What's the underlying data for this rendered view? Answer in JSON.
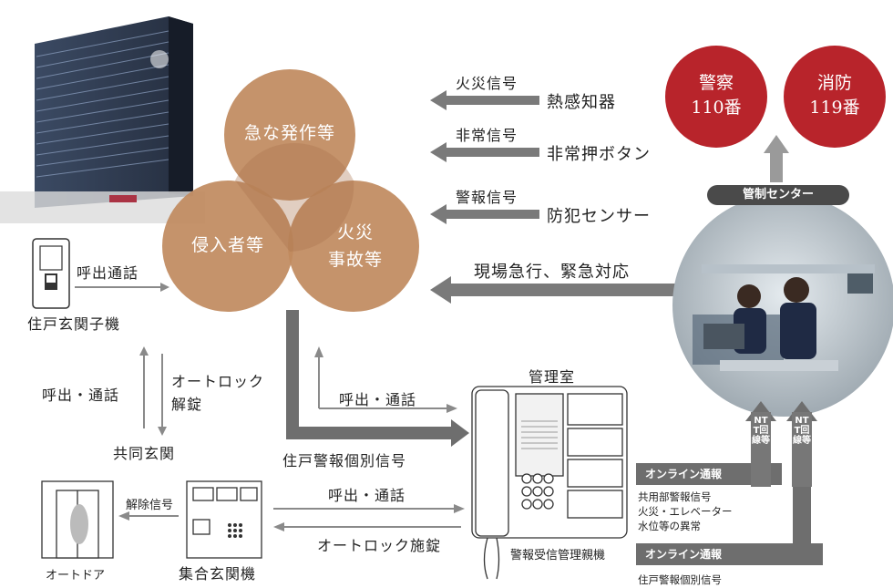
{
  "circles": {
    "top": "急な発作等",
    "left": "侵入者等",
    "right_line1": "火災",
    "right_line2": "事故等"
  },
  "signals": [
    {
      "label": "火災信号",
      "source": "熱感知器"
    },
    {
      "label": "非常信号",
      "source": "非常押ボタン"
    },
    {
      "label": "警報信号",
      "source": "防犯センサー"
    }
  ],
  "response": "現場急行、緊急対応",
  "police": {
    "name": "警察",
    "number": "110番"
  },
  "fire": {
    "name": "消防",
    "number": "119番"
  },
  "control_center": "管制センター",
  "entrance_unit": {
    "name": "住戸玄関子機",
    "call": "呼出通話"
  },
  "common_entrance": {
    "name": "共同玄関",
    "call": "呼出・通話",
    "unlock_line1": "オートロック",
    "unlock_line2": "解錠"
  },
  "management": {
    "room": "管理室",
    "call": "呼出・通話",
    "alarm": "住戸警報個別信号",
    "unit": "警報受信管理親機"
  },
  "entry_panel": {
    "name": "集合玄関機",
    "release": "解除信号",
    "call": "呼出・通話",
    "lock": "オートロック施錠"
  },
  "auto_door": "オートドア",
  "online1": {
    "title": "オンライン通報",
    "line1": "共用部警報信号",
    "line2": "火災・エレベーター",
    "line3": "水位等の異常"
  },
  "online2": {
    "title": "オンライン通報",
    "line1": "住戸警報個別信号"
  },
  "ntt1": "NTT回線等",
  "ntt2": "NTT回線等",
  "colors": {
    "circle": "#c08a5e",
    "red": "#b8242b",
    "arrow": "#7a7a7a",
    "pill": "#4a4a4a"
  }
}
